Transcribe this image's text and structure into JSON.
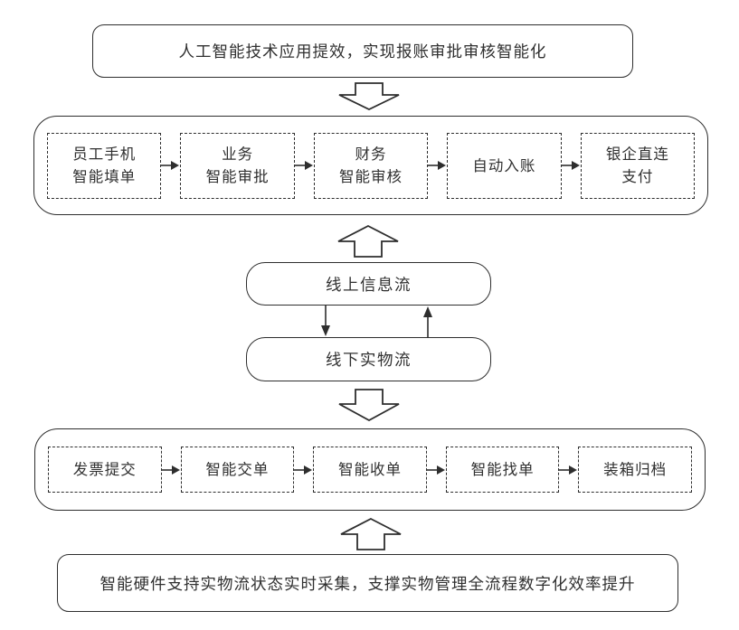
{
  "colors": {
    "line": "#2e2e2e",
    "text": "#303030",
    "background": "#ffffff"
  },
  "top_note": "人工智能技术应用提效，实现报账审批审核智能化",
  "digital_flow": {
    "steps": [
      {
        "label": "员工手机\n智能填单"
      },
      {
        "label": "业务\n智能审批"
      },
      {
        "label": "财务\n智能审核"
      },
      {
        "label": "自动入账"
      },
      {
        "label": "银企直连\n支付"
      }
    ]
  },
  "online_stream": "线上信息流",
  "offline_stream": "线下实物流",
  "physical_flow": {
    "steps": [
      {
        "label": "发票提交"
      },
      {
        "label": "智能交单"
      },
      {
        "label": "智能收单"
      },
      {
        "label": "智能找单"
      },
      {
        "label": "装箱归档"
      }
    ]
  },
  "bottom_note": "智能硬件支持实物流状态实时采集，支撑实物管理全流程数字化效率提升"
}
